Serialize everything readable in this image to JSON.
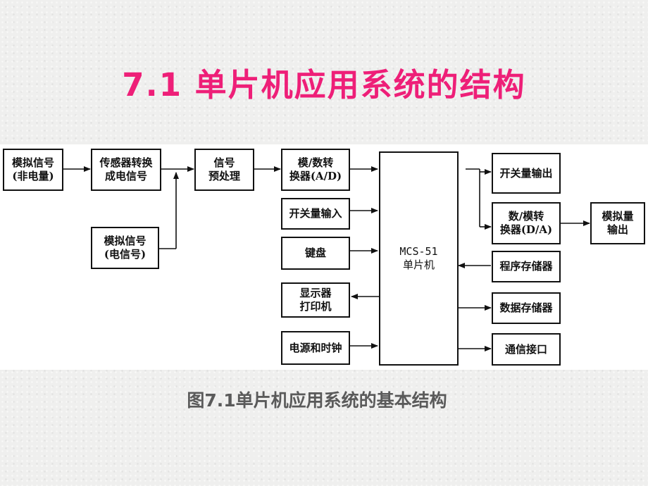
{
  "title": "7.1 单片机应用系统的结构",
  "diagram": {
    "analog_signal_non_electric": "模拟信号\n(非电量)",
    "sensor_convert": "传感器转换\n成电信号",
    "analog_signal_electric": "模拟信号\n(电信号)",
    "signal_preprocess": "信号\n预处理",
    "ad_converter": "模/数转\n换器(A/D)",
    "switch_input": "开关量输入",
    "keyboard": "键盘",
    "display_printer": "显示器\n打印机",
    "power_clock": "电源和时钟",
    "mcu": "MCS-51\n单片机",
    "switch_output": "开关量输出",
    "da_converter": "数/模转\n换器(D/A)",
    "analog_output": "模拟量\n输出",
    "program_memory": "程序存储器",
    "data_memory": "数据存储器",
    "comm_interface": "通信接口"
  },
  "caption": "图7.1单片机应用系统的基本结构"
}
